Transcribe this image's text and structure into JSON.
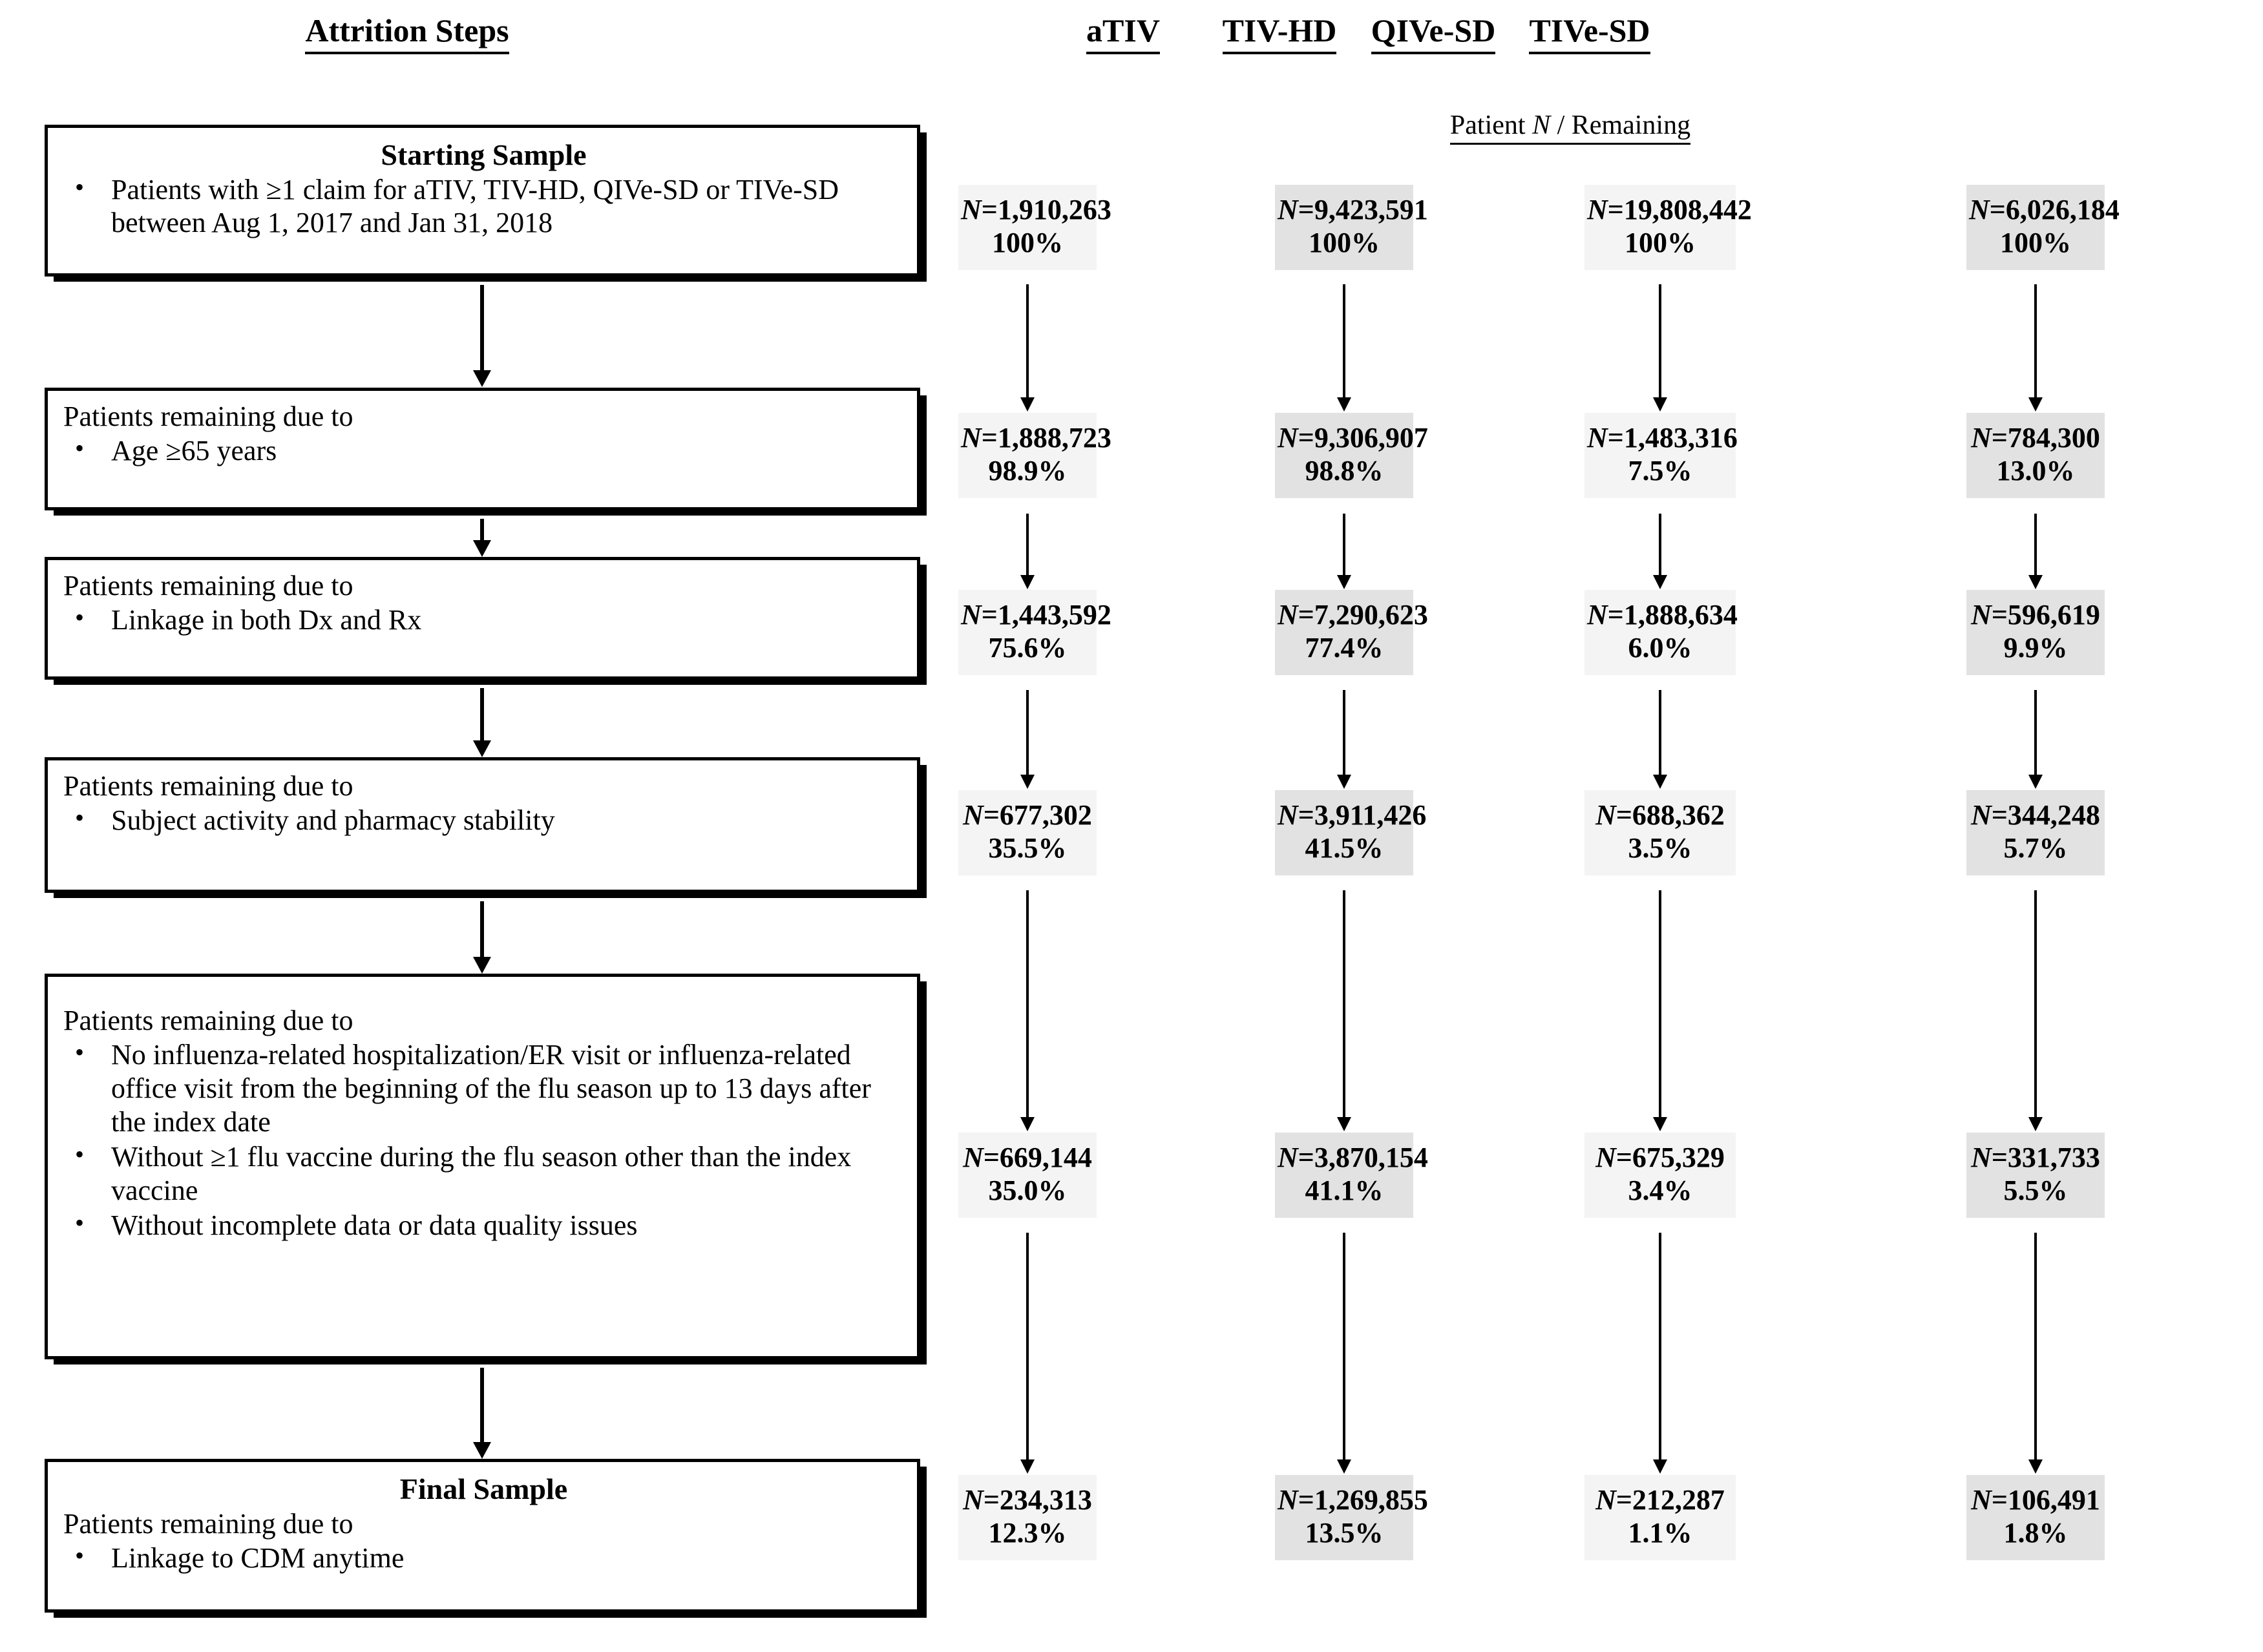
{
  "headers": {
    "left_title": "Attrition Steps",
    "subheader_prefix": "Patient ",
    "subheader_italic": "N",
    "subheader_suffix": " / Remaining",
    "columns": [
      {
        "label": "aTIV",
        "tone": "light"
      },
      {
        "label": "TIV-HD",
        "tone": "dark"
      },
      {
        "label": "QIVe-SD",
        "tone": "light"
      },
      {
        "label": "TIVe-SD",
        "tone": "dark"
      }
    ]
  },
  "colors": {
    "box_tone_light": "#f4f4f4",
    "box_tone_dark": "#e2e2e2",
    "outline": "#000000",
    "background": "#ffffff"
  },
  "steps": [
    {
      "title": "Starting Sample",
      "lead": "",
      "bullets": [
        "Patients with ≥1 claim for aTIV, TIV-HD, QIVe-SD or TIVe-SD between Aug 1, 2017 and Jan 31, 2018"
      ]
    },
    {
      "title": "",
      "lead": "Patients remaining due to",
      "bullets": [
        "Age ≥65 years"
      ]
    },
    {
      "title": "",
      "lead": "Patients remaining due to",
      "bullets": [
        "Linkage in both Dx and Rx"
      ]
    },
    {
      "title": "",
      "lead": "Patients remaining due to",
      "bullets": [
        "Subject activity and pharmacy stability"
      ]
    },
    {
      "title": "",
      "lead": "Patients remaining due to",
      "bullets": [
        "No influenza-related hospitalization/ER visit or influenza-related office visit from the beginning of the flu season up to 13 days after the index date",
        "Without ≥1 flu vaccine during the flu season other than the index vaccine",
        "Without incomplete data or data quality issues"
      ]
    },
    {
      "title": "Final Sample",
      "lead": "Patients remaining due to",
      "bullets": [
        "Linkage to CDM anytime"
      ]
    }
  ],
  "chart_data": {
    "type": "table",
    "title": "Attrition Steps",
    "categories": [
      "Starting Sample",
      "Age ≥65 years",
      "Linkage in both Dx and Rx",
      "Subject activity and pharmacy stability",
      "No influenza-related hospitalization/ER visit; without ≥1 other flu vaccine; without incomplete data",
      "Final Sample – Linkage to CDM anytime"
    ],
    "series": [
      {
        "name": "aTIV",
        "n": [
          1910263,
          1888723,
          1443592,
          677302,
          669144,
          234313
        ],
        "n_display": [
          "N=1,910,263",
          "N=1,888,723",
          "N=1,443,592",
          "N=677,302",
          "N=669,144",
          "N=234,313"
        ],
        "pct": [
          100.0,
          98.9,
          75.6,
          35.5,
          35.0,
          12.3
        ],
        "pct_display": [
          "100%",
          "98.9%",
          "75.6%",
          "35.5%",
          "35.0%",
          "12.3%"
        ]
      },
      {
        "name": "TIV-HD",
        "n": [
          9423591,
          9306907,
          7290623,
          3911426,
          3870154,
          1269855
        ],
        "n_display": [
          "N=9,423,591",
          "N=9,306,907",
          "N=7,290,623",
          "N=3,911,426",
          "N=3,870,154",
          "N=1,269,855"
        ],
        "pct": [
          100.0,
          98.8,
          77.4,
          41.5,
          41.1,
          13.5
        ],
        "pct_display": [
          "100%",
          "98.8%",
          "77.4%",
          "41.5%",
          "41.1%",
          "13.5%"
        ]
      },
      {
        "name": "QIVe-SD",
        "n": [
          19808442,
          1483316,
          1888634,
          688362,
          675329,
          212287
        ],
        "n_display": [
          "N=19,808,442",
          "N=1,483,316",
          "N=1,888,634",
          "N=688,362",
          "N=675,329",
          "N=212,287"
        ],
        "pct": [
          100.0,
          7.5,
          6.0,
          3.5,
          3.4,
          1.1
        ],
        "pct_display": [
          "100%",
          "7.5%",
          "6.0%",
          "3.5%",
          "3.4%",
          "1.1%"
        ]
      },
      {
        "name": "TIVe-SD",
        "n": [
          6026184,
          784300,
          596619,
          344248,
          331733,
          106491
        ],
        "n_display": [
          "N=6,026,184",
          "N=784,300",
          "N=596,619",
          "N=344,248",
          "N=331,733",
          "N=106,491"
        ],
        "pct": [
          100.0,
          13.0,
          9.9,
          5.7,
          5.5,
          1.8
        ],
        "pct_display": [
          "100%",
          "13.0%",
          "9.9%",
          "5.7%",
          "5.5%",
          "1.8%"
        ]
      }
    ],
    "xlabel": "Attrition Steps",
    "ylabel": "Patient N / Remaining",
    "legend": [
      "aTIV",
      "TIV-HD",
      "QIVe-SD",
      "TIVe-SD"
    ],
    "grid": false
  }
}
